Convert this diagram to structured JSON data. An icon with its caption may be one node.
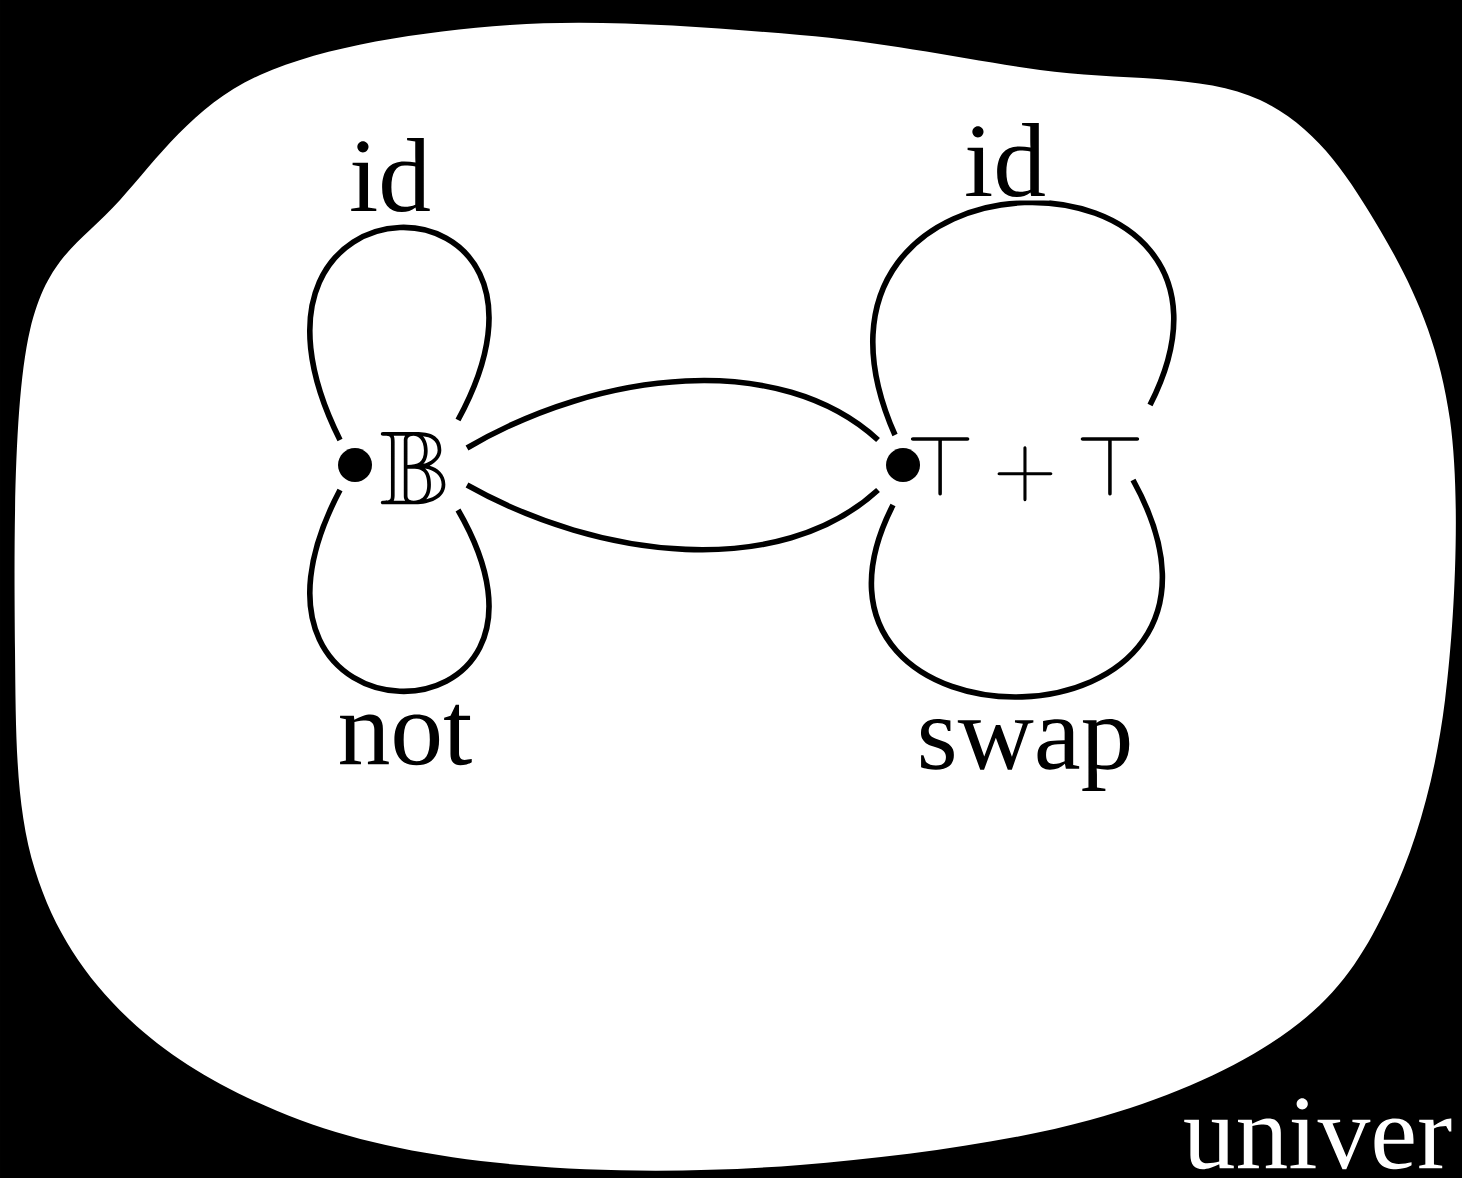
{
  "diagram": {
    "nodes": [
      {
        "text": [
          "\\mathbb{B}"
        ]
      },
      {
        "text": [
          "\\top+\\top"
        ]
      }
    ],
    "edges": [
      {
        "from": 0,
        "to": 0,
        "arrow": "none",
        "label": "id"
      },
      {
        "from": 0,
        "to": 0,
        "arrow": "none",
        "label": "not"
      },
      {
        "from": 1,
        "to": 1,
        "arrow": "none",
        "label": "id"
      },
      {
        "from": 1,
        "to": 1,
        "arrow": "none",
        "label": "swap"
      },
      {
        "from": 0,
        "to": 1,
        "arrow": "none"
      },
      {
        "from": 0,
        "to": 1,
        "arrow": "none"
      }
    ],
    "labels": [
      "univer"
    ]
  }
}
